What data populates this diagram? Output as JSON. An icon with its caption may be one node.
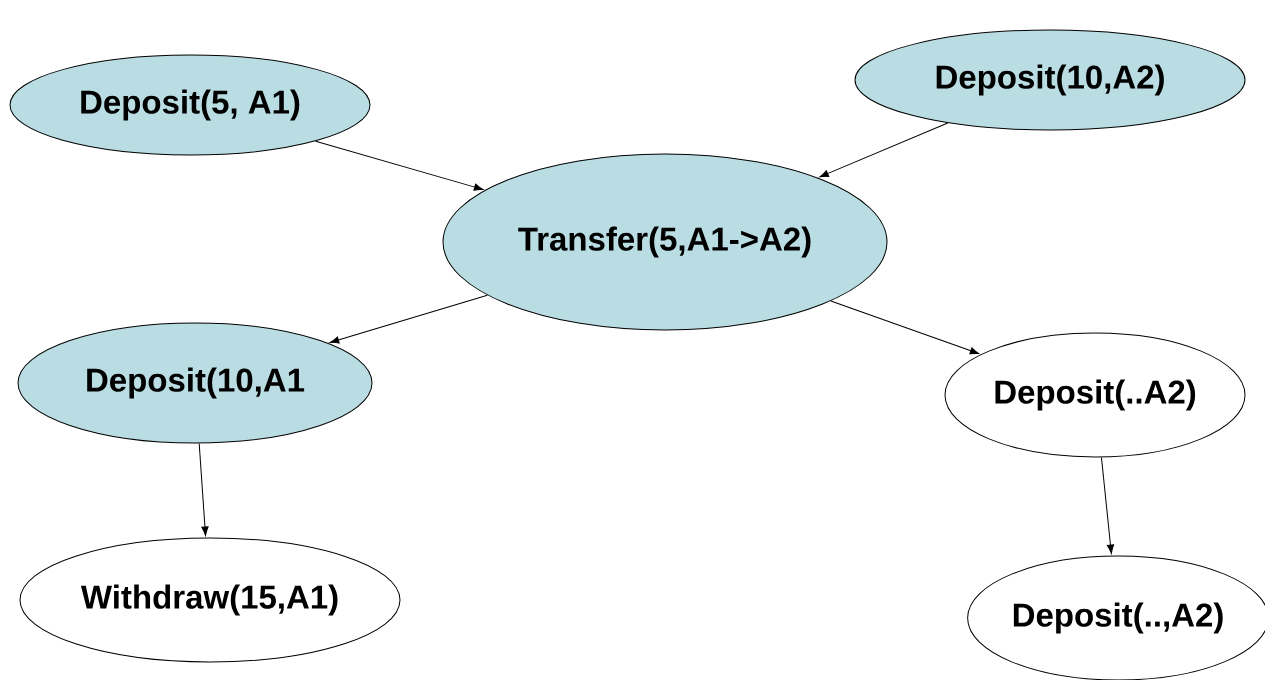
{
  "diagram": {
    "nodes": [
      {
        "text": [
          "Deposit(5, A1)"
        ]
      },
      {
        "text": [
          "Deposit(10,A2)"
        ]
      },
      {
        "text": [
          "Transfer(5,A1->A2)"
        ]
      },
      {
        "text": [
          "Deposit(10,A1"
        ]
      },
      {
        "text": [
          "Deposit(..A2)"
        ]
      },
      {
        "text": [
          "Withdraw(15,A1)"
        ]
      },
      {
        "text": [
          "Deposit(..,A2)"
        ]
      }
    ],
    "edges": [
      {
        "from": 0,
        "to": 2,
        "arrow": "to"
      },
      {
        "from": 1,
        "to": 2,
        "arrow": "to"
      },
      {
        "from": 2,
        "to": 3,
        "arrow": "to"
      },
      {
        "from": 2,
        "to": 4,
        "arrow": "to"
      },
      {
        "from": 3,
        "to": 5,
        "arrow": "to"
      },
      {
        "from": 4,
        "to": 6,
        "arrow": "to"
      }
    ]
  }
}
